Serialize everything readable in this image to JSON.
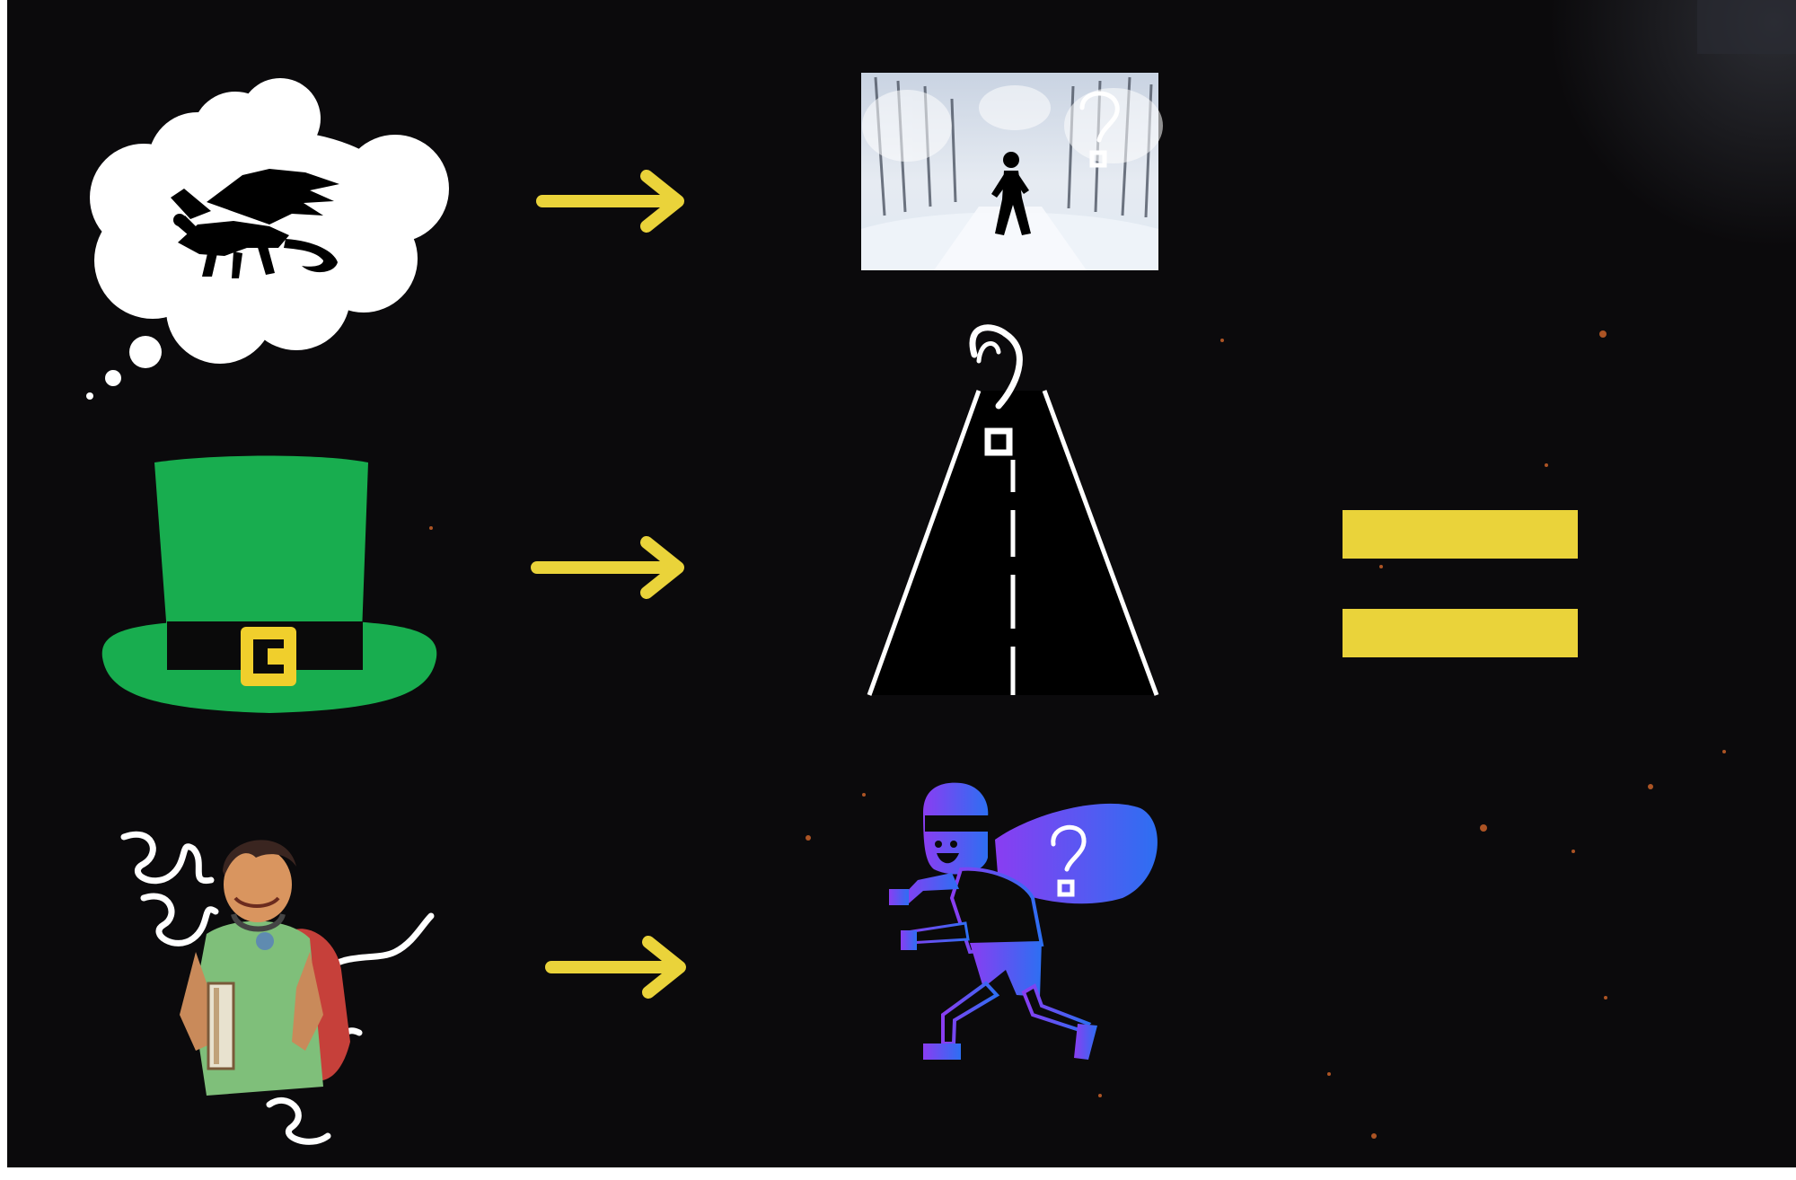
{
  "colors": {
    "background": "#0b0a0c",
    "accent_yellow": "#ead33a",
    "hat_green": "#18ad4f",
    "hat_band": "#0a0a0a",
    "buckle": "#f0cf2c",
    "thief_gradient_start": "#8a3df2",
    "thief_gradient_end": "#2d6ff2",
    "cloud": "#ffffff",
    "road": "#000000",
    "road_line": "#ffffff"
  },
  "icons": {
    "thought_cloud": "thought-cloud-icon",
    "dragon": "dragon-icon",
    "arrow": "arrow-right-icon",
    "snow_photo": "snowy-forest-walker-photo",
    "question_mark": "question-mark-icon",
    "road": "road-icon",
    "hat": "leprechaun-hat-icon",
    "student": "student-illustration",
    "thief": "thief-icon",
    "equals": "equals-sign-icon"
  },
  "rows": [
    {
      "left": "thought-cloud-dragon",
      "right": "snowy-forest-walker"
    },
    {
      "left": "green-top-hat",
      "right": "road-with-question"
    },
    {
      "left": "dizzy-student",
      "right": "thief-with-bag"
    }
  ]
}
